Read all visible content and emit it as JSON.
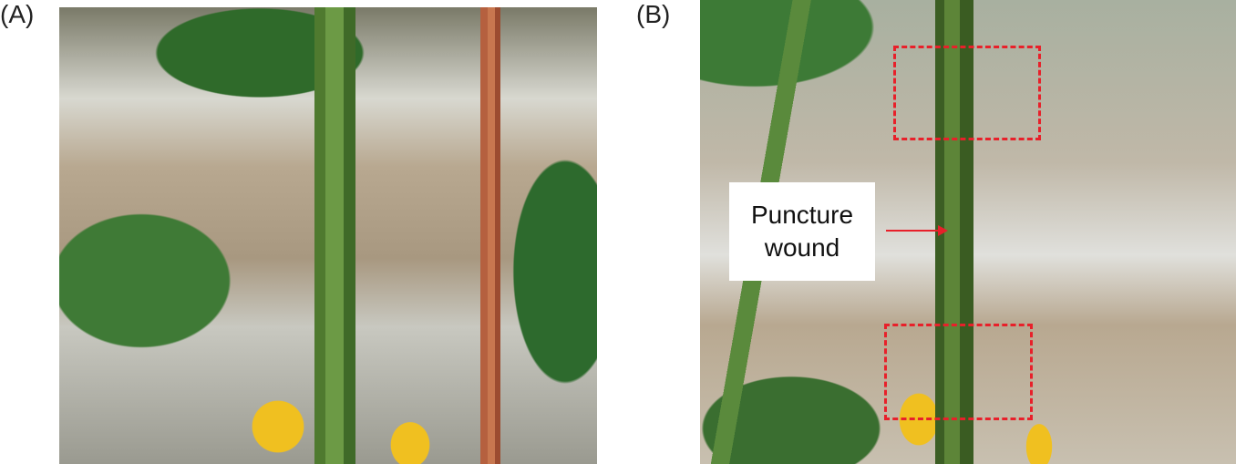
{
  "panels": [
    {
      "label": "(A)"
    },
    {
      "label": "(B)",
      "annotation": {
        "line1": "Puncture",
        "line2": "wound"
      }
    }
  ],
  "colors": {
    "highlight": "#e8202a"
  }
}
